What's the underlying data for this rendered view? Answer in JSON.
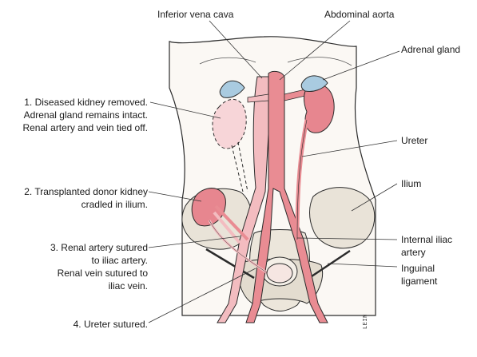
{
  "labels": {
    "ivc": "Inferior vena cava",
    "aorta": "Abdominal aorta",
    "adrenal": "Adrenal gland",
    "ureter": "Ureter",
    "ilium": "Ilium",
    "internal_iliac": [
      "Internal iliac",
      "artery"
    ],
    "inguinal": [
      "Inguinal",
      "ligament"
    ],
    "step1": [
      "1. Diseased kidney removed.",
      "Adrenal gland remains intact.",
      "Renal artery and vein tied off."
    ],
    "step2": [
      "2. Transplanted donor kidney",
      "cradled in ilium."
    ],
    "step3": [
      "3. Renal artery sutured",
      "to iliac artery.",
      "Renal vein sutured to",
      "iliac vein."
    ],
    "step4": [
      "4. Ureter sutured."
    ]
  },
  "signature": "LEIN",
  "colors": {
    "outline": "#2b2b2b",
    "body_fill": "#f6f2ec",
    "kidney": "#e7868f",
    "kidney_dark": "#cf6a74",
    "kidney_ghost": "#f7d5d8",
    "vessel": "#e98c93",
    "vessel_light": "#f3bcc0",
    "adrenal": "#a9cbe0",
    "bone": "#e9e3d8",
    "bone_shade": "#d8d0c2",
    "leader": "#333333"
  }
}
